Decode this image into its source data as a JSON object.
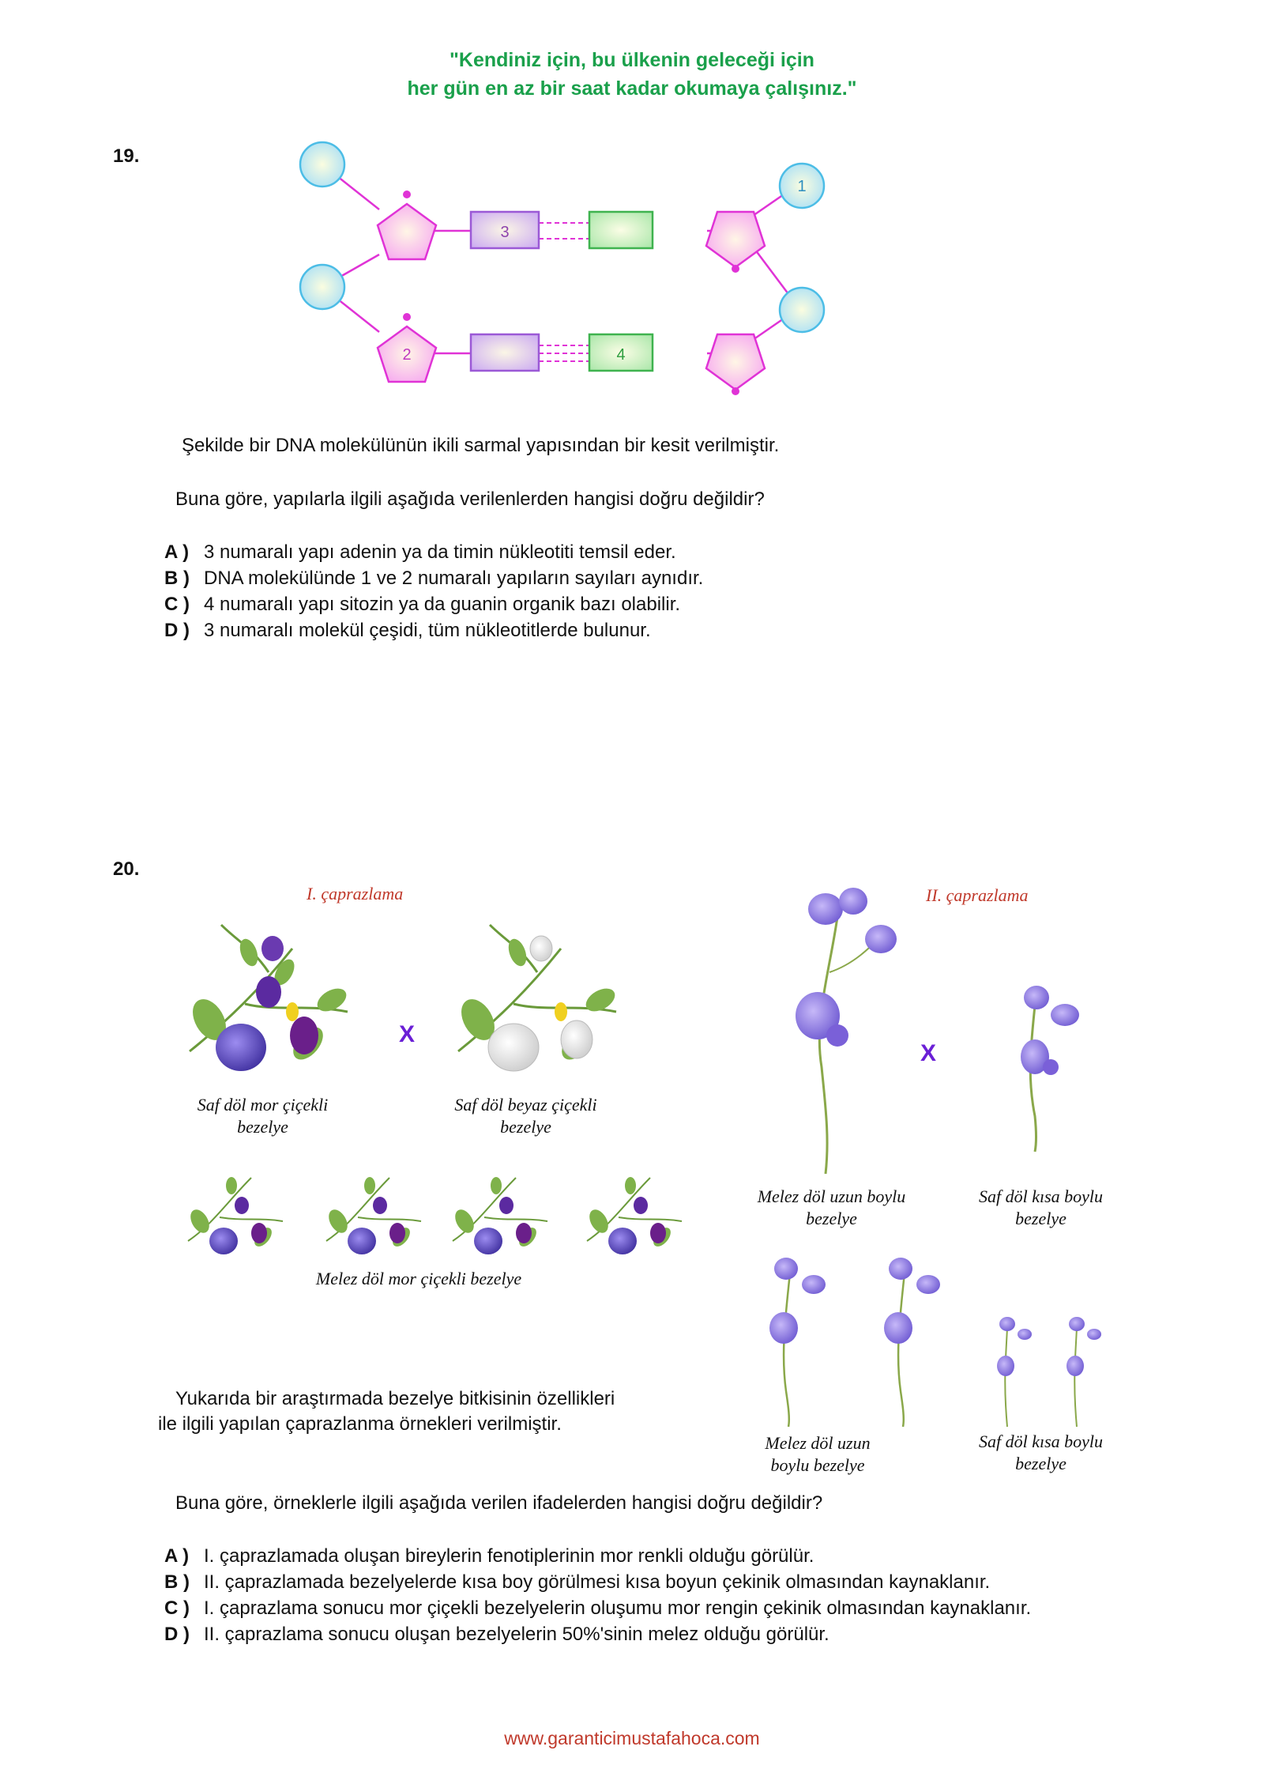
{
  "header": {
    "quote_line1": "\"Kendiniz için, bu ülkenin geleceği için",
    "quote_line2": "her gün en az bir saat kadar okumaya çalışınız.\""
  },
  "q19": {
    "number": "19.",
    "diagram_labels": {
      "one": "1",
      "two": "2",
      "three": "3",
      "four": "4"
    },
    "stem1": "Şekilde bir DNA molekülünün ikili sarmal yapısından bir kesit verilmiştir.",
    "stem2": "Buna göre, yapılarla ilgili aşağıda verilenlerden hangisi doğru değildir?",
    "options": [
      {
        "letter": "A )",
        "text": "3 numaralı yapı adenin ya da timin nükleotiti temsil eder."
      },
      {
        "letter": "B )",
        "text": "DNA molekülünde 1 ve 2 numaralı yapıların sayıları aynıdır."
      },
      {
        "letter": "C )",
        "text": "4 numaralı yapı sitozin ya da guanin organik bazı olabilir."
      },
      {
        "letter": "D )",
        "text": "3 numaralı molekül çeşidi, tüm nükleotitlerde bulunur."
      }
    ]
  },
  "q20": {
    "number": "20.",
    "cross1_title": "I. çaprazlama",
    "cross2_title": "II. çaprazlama",
    "cross_symbol": "X",
    "captions": {
      "purple_line1": "Saf döl mor çiçekli",
      "purple_line2": "bezelye",
      "white_line1": "Saf döl beyaz çiçekli",
      "white_line2": "bezelye",
      "hybrid_purple": "Melez döl mor çiçekli bezelye",
      "tall_parent_line1": "Melez döl uzun boylu",
      "tall_parent_line2": "bezelye",
      "short_parent_line1": "Saf döl kısa boylu",
      "short_parent_line2": "bezelye",
      "tall_child_line1": "Melez döl uzun",
      "tall_child_line2": "boylu bezelye",
      "short_child_line1": "Saf döl kısa boylu",
      "short_child_line2": "bezelye"
    },
    "stem1_line1": "Yukarıda bir araştırmada bezelye bitkisinin özellikleri",
    "stem1_line2": "ile ilgili yapılan çaprazlanma örnekleri verilmiştir.",
    "stem2": "Buna göre, örneklerle ilgili aşağıda verilen ifadelerden hangisi doğru değildir?",
    "options": [
      {
        "letter": "A )",
        "text": "I. çaprazlamada oluşan bireylerin fenotiplerinin mor renkli olduğu görülür."
      },
      {
        "letter": "B )",
        "text": "II. çaprazlamada bezelyelerde kısa boy görülmesi kısa boyun çekinik olmasından kaynaklanır."
      },
      {
        "letter": "C )",
        "text": "I. çaprazlama sonucu mor çiçekli bezelyelerin oluşumu mor rengin çekinik olmasından kaynaklanır."
      },
      {
        "letter": "D )",
        "text": "II. çaprazlama sonucu oluşan bezelyelerin 50%'sinin melez olduğu görülür."
      }
    ]
  },
  "footer": {
    "url": "www.garanticimustafahoca.com"
  }
}
